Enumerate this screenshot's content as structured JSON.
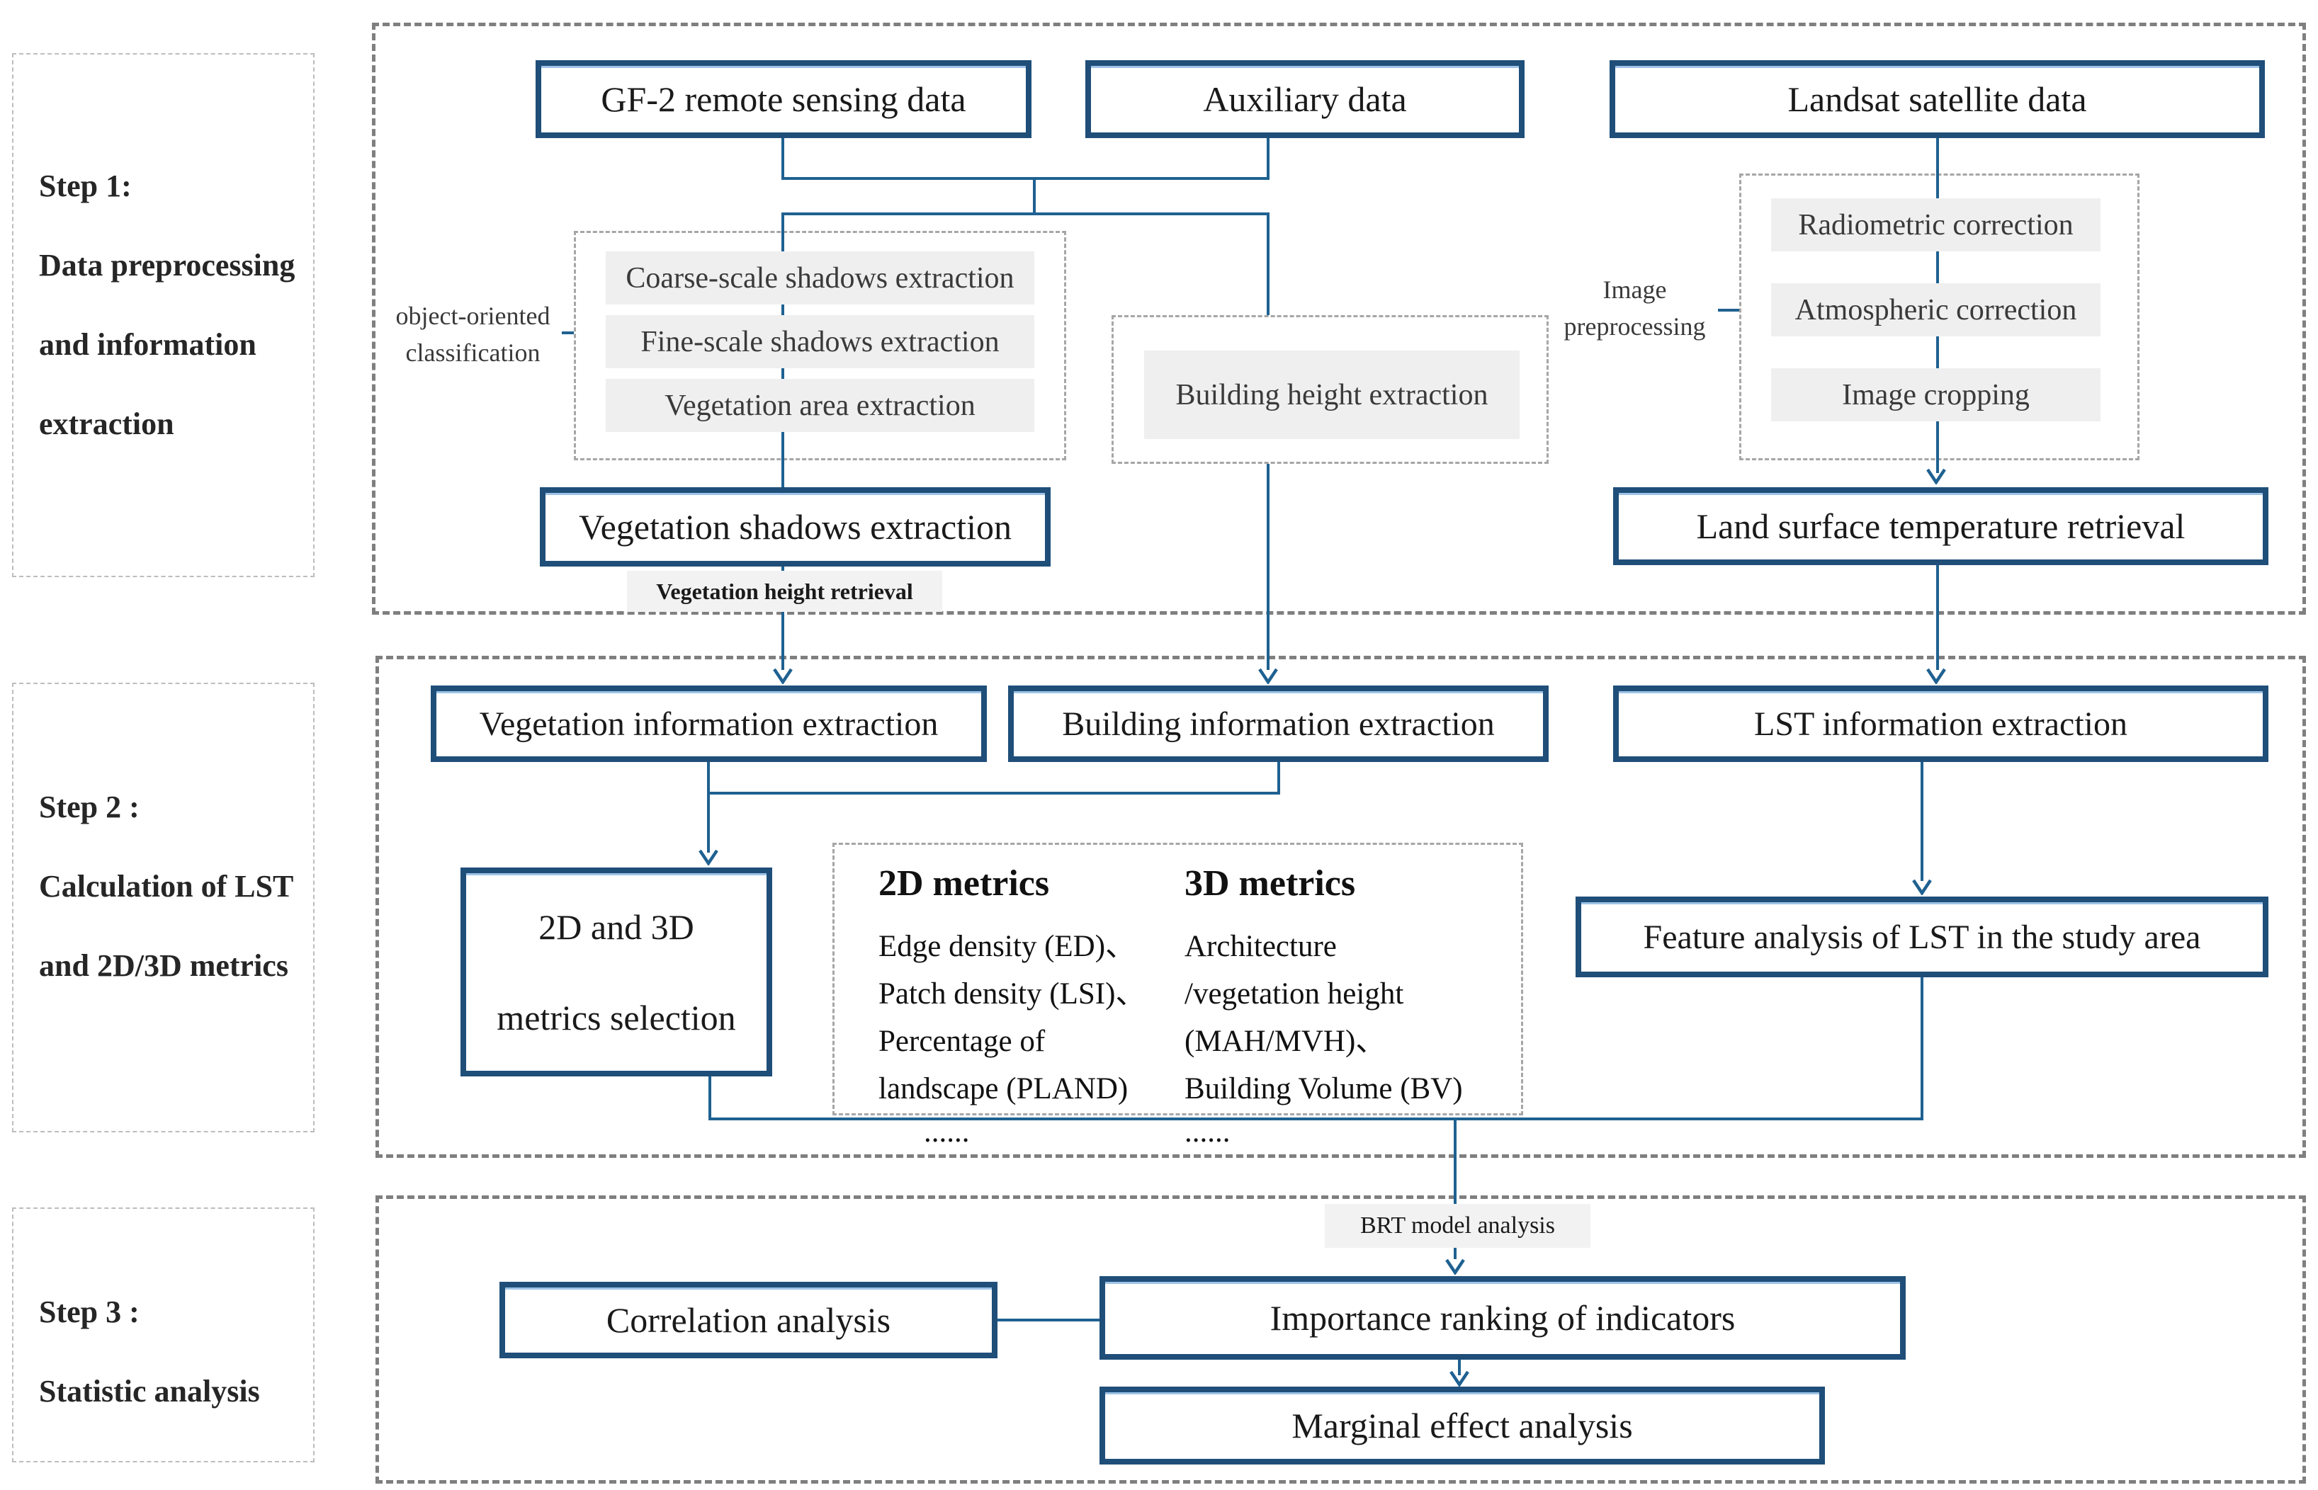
{
  "colors": {
    "box_border": "#1f4e79",
    "box_accent": "#9dc3e6",
    "connector_line": "#1f6191",
    "container_dash": "#7f7f7f",
    "sub_dash": "#a6a6a6",
    "gray_fill": "#efefef",
    "text_dark": "#1a1a1a",
    "text_gray": "#3a3a3a"
  },
  "sidebar": {
    "steps": [
      {
        "lines": [
          "Step 1:",
          "Data preprocessing",
          "and information",
          "extraction"
        ]
      },
      {
        "lines": [
          "Step 2 :",
          "Calculation of LST",
          "and 2D/3D metrics"
        ]
      },
      {
        "lines": [
          "Step 3 :",
          "Statistic analysis"
        ]
      }
    ]
  },
  "step1": {
    "gf2": "GF-2 remote sensing data",
    "auxiliary": "Auxiliary data",
    "landsat": "Landsat satellite data",
    "object_oriented_label": [
      "object-oriented",
      "classification"
    ],
    "shadow_steps": [
      "Coarse-scale shadows extraction",
      "Fine-scale shadows extraction",
      "Vegetation area extraction"
    ],
    "building_height": "Building height extraction",
    "image_preprocessing_label": [
      "Image",
      "preprocessing"
    ],
    "preprocessing_steps": [
      "Radiometric correction",
      "Atmospheric correction",
      "Image cropping"
    ],
    "vegetation_shadows": "Vegetation shadows extraction",
    "vegetation_height_retrieval": "Vegetation height retrieval",
    "lst_retrieval": "Land surface temperature retrieval"
  },
  "step2": {
    "vegetation_info": "Vegetation information extraction",
    "building_info": "Building information extraction",
    "lst_info": "LST information extraction",
    "metrics_selection_lines": [
      "2D and 3D",
      "metrics selection"
    ],
    "metrics_2d": {
      "title": "2D metrics",
      "items": [
        "Edge density (ED)、",
        "Patch density (LSI)、",
        "Percentage of",
        " landscape (PLAND)"
      ],
      "dots": "......"
    },
    "metrics_3d": {
      "title": "3D metrics",
      "items": [
        "Architecture",
        "/vegetation height",
        "(MAH/MVH)、",
        "Building Volume (BV)"
      ],
      "dots": "......"
    },
    "feature_analysis": "Feature analysis of LST in the study area"
  },
  "step3": {
    "brt_label": "BRT model analysis",
    "correlation": "Correlation analysis",
    "importance": "Importance ranking of indicators",
    "marginal": "Marginal effect analysis"
  }
}
